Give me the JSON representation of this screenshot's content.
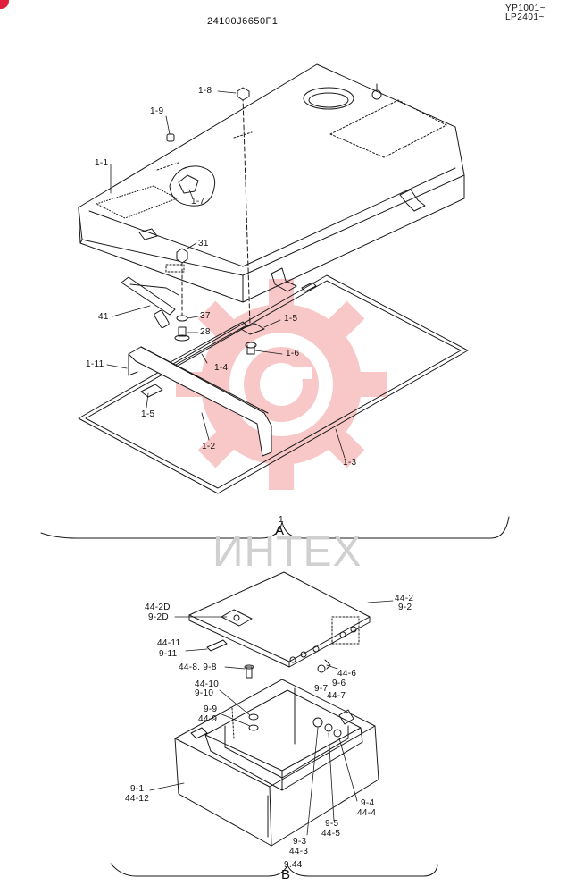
{
  "header": {
    "part_code": "24100J6650F1",
    "serial_1": "YP1001~",
    "serial_2": "LP2401~"
  },
  "watermark": "ИНТЕХ",
  "colors": {
    "gear_watermark": "#f6b5b5",
    "line": "#1a1a1a",
    "corner_badge": "#e0203a"
  },
  "section_a": {
    "group_number": "1",
    "letter": "A",
    "labels": {
      "l_1_8": "1-8",
      "l_1_9": "1-9",
      "l_1_1": "1-1",
      "l_1_7": "1-7",
      "l_31": "31",
      "l_41": "41",
      "l_37": "37",
      "l_28": "28",
      "l_1_5a": "1-5",
      "l_1_6": "1-6",
      "l_1_11": "1-11",
      "l_1_4": "1-4",
      "l_1_5b": "1-5",
      "l_1_2": "1-2",
      "l_1_3": "1-3"
    }
  },
  "section_b": {
    "letter": "B",
    "labels": {
      "l_44_2": "44-2",
      "l_9_2": "9-2",
      "l_44_2d": "44-2D",
      "l_9_2d": "9-2D",
      "l_44_11": "44-11",
      "l_9_11": "9-11",
      "l_44_8_9_8": "44-8. 9-8",
      "l_44_6": "44-6",
      "l_9_6": "9-6",
      "l_9_7": "9-7",
      "l_44_7": "44-7",
      "l_44_10": "44-10",
      "l_9_10": "9-10",
      "l_9_9": "9-9",
      "l_44_9": "44-9",
      "l_9_1": "9-1",
      "l_44_12": "44-12",
      "l_9_4": "9-4",
      "l_44_4": "44-4",
      "l_9_5": "9-5",
      "l_44_5": "44-5",
      "l_9_3": "9-3",
      "l_44_3": "44-3",
      "l_9_44": "9.44"
    }
  }
}
